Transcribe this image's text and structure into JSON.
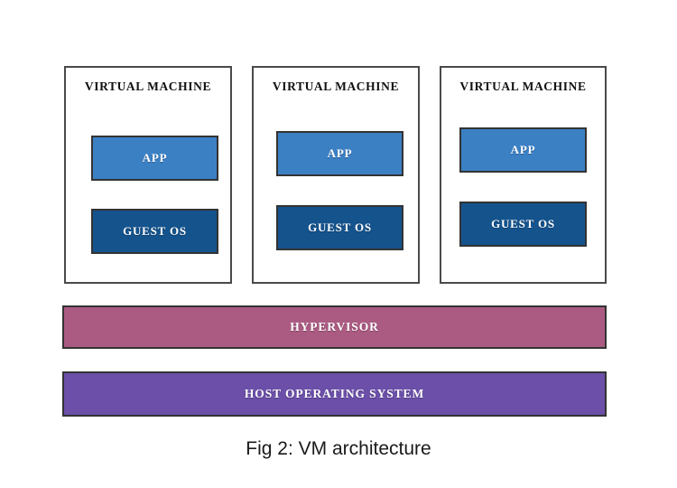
{
  "diagram": {
    "caption": "Fig 2: VM architecture",
    "colors": {
      "app": "#3c80c4",
      "guest_os": "#15538d",
      "hypervisor": "#ab5b82",
      "host_os": "#6b4fa8",
      "border": "#333333",
      "vm_border": "#4a4a4a",
      "background": "#ffffff",
      "text_light": "#ffffff",
      "text_dark": "#111111"
    },
    "virtual_machines": [
      {
        "title": "VIRTUAL MACHINE",
        "app_label": "APP",
        "guest_os_label": "GUEST OS"
      },
      {
        "title": "VIRTUAL MACHINE",
        "app_label": "APP",
        "guest_os_label": "GUEST OS"
      },
      {
        "title": "VIRTUAL MACHINE",
        "app_label": "APP",
        "guest_os_label": "GUEST OS"
      }
    ],
    "layers": {
      "hypervisor_label": "HYPERVISOR",
      "host_os_label": "HOST OPERATING SYSTEM"
    }
  }
}
